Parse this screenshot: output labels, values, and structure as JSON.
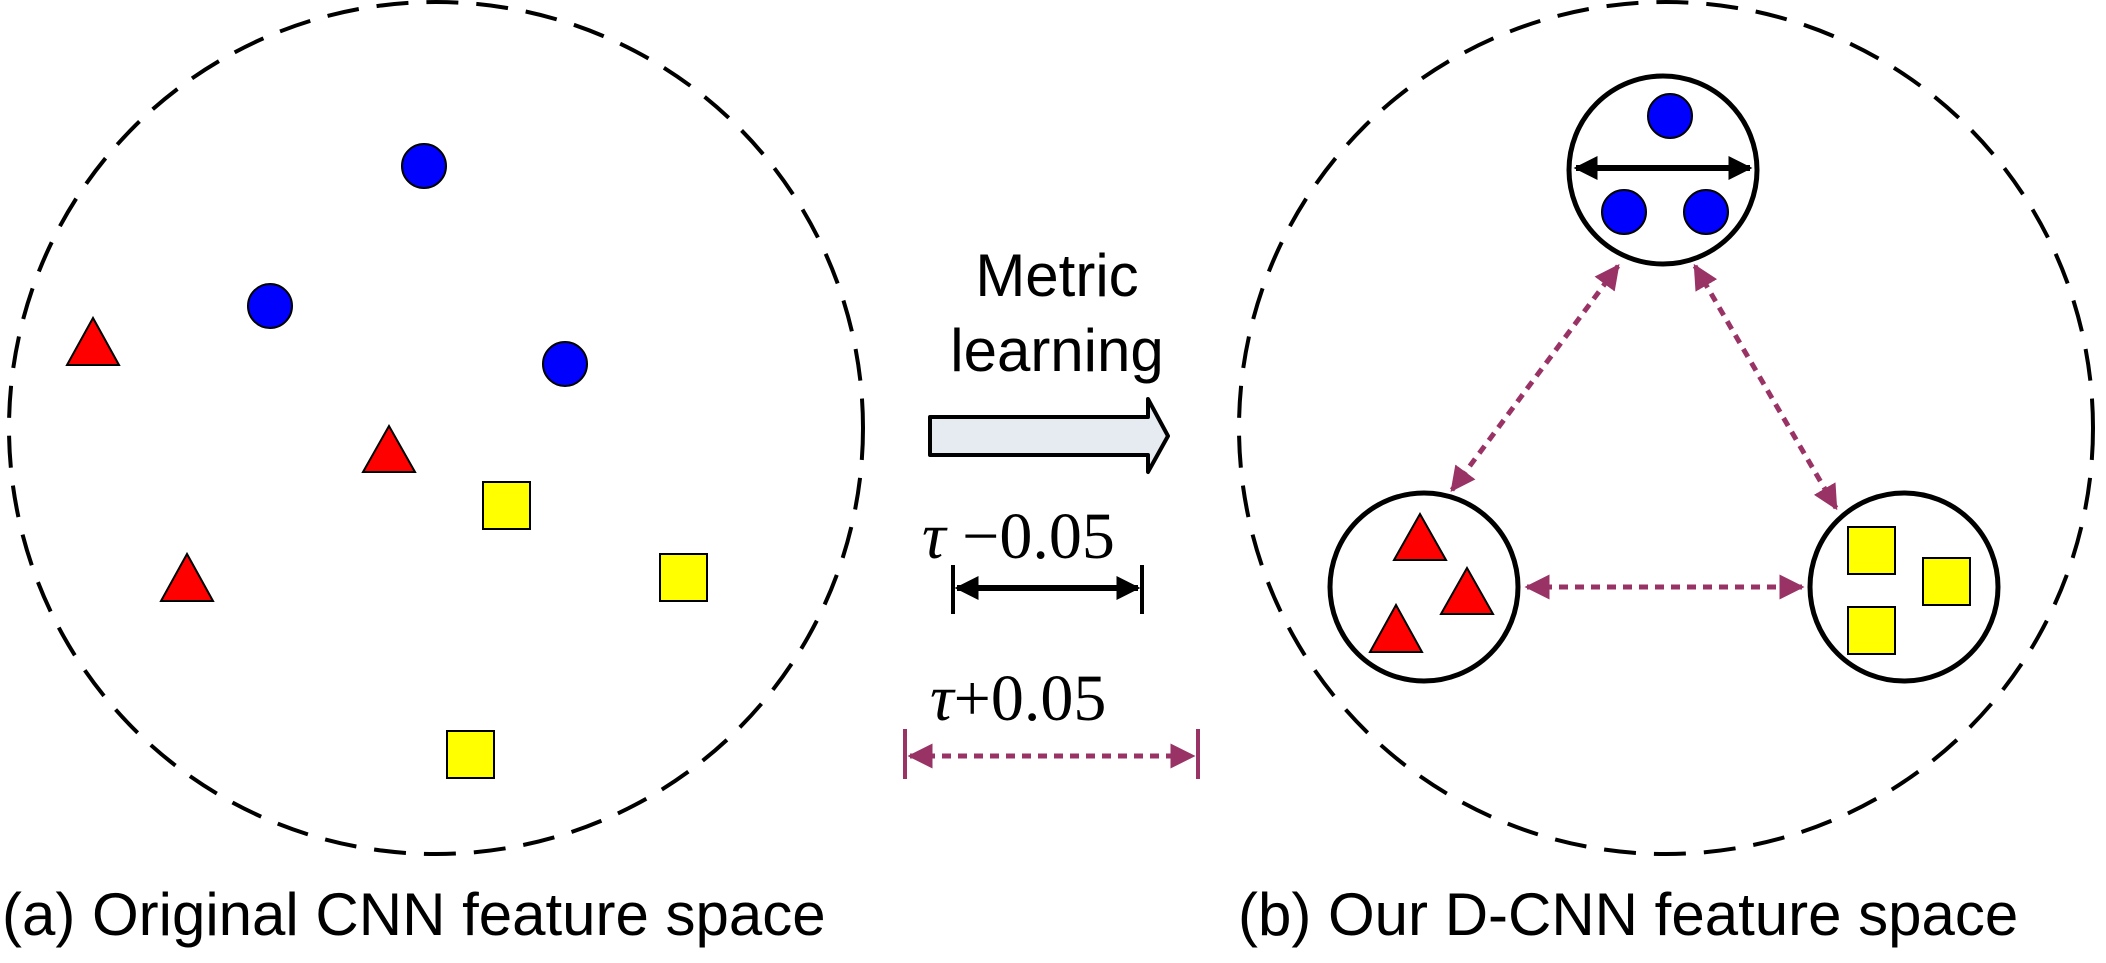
{
  "colors": {
    "circle": "#0000ff",
    "triangle": "#ff0000",
    "square": "#ffff00",
    "inter_arrow": "#993366",
    "intra_arrow": "#000000",
    "big_arrow_fill": "#e6ebf2",
    "outline": "#000000"
  },
  "panel_a": {
    "caption": "(a) Original CNN feature space"
  },
  "panel_b": {
    "caption": "(b) Our D-CNN feature space"
  },
  "middle": {
    "arrow_label_line1": "Metric",
    "arrow_label_line2": "learning",
    "legend_intra": {
      "symbol": "τ",
      "text": " −0.05"
    },
    "legend_inter": {
      "symbol": "τ",
      "text": "+0.05"
    }
  }
}
